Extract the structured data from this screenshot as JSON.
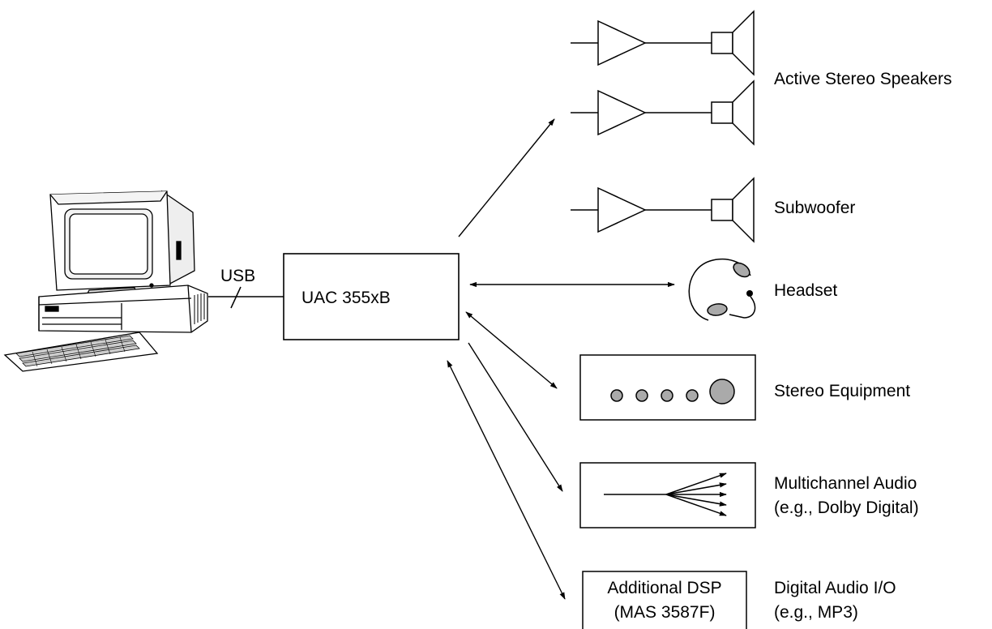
{
  "labels": {
    "usb": "USB",
    "uac": "UAC 355xB",
    "active_speakers": "Active Stereo Speakers",
    "subwoofer": "Subwoofer",
    "headset": "Headset",
    "stereo_equipment": "Stereo Equipment",
    "multichannel_line1": "Multichannel Audio",
    "multichannel_line2": "(e.g., Dolby Digital)",
    "dsp_box_line1": "Additional DSP",
    "dsp_box_line2": "(MAS 3587F)",
    "digital_io_line1": "Digital Audio I/O",
    "digital_io_line2": "(e.g., MP3)"
  }
}
